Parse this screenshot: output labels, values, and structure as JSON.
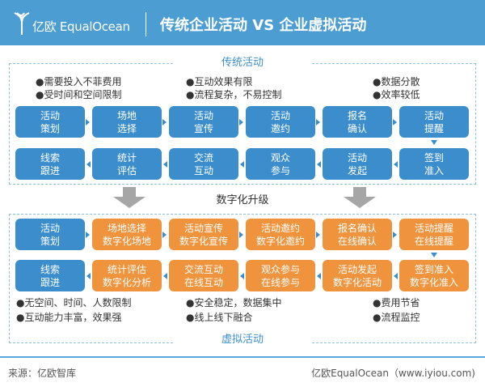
{
  "header": {
    "logo_text": "亿欧 EqualOcean",
    "title": "传统企业活动 VS 企业虚拟活动"
  },
  "traditional": {
    "label": "传统活动",
    "bullets": [
      "●需要投入不菲费用",
      "●受时间和空间限制",
      "●互动效果有限",
      "●流程复杂，不易控制",
      "●数据分散",
      "●效率较低"
    ],
    "row1": [
      [
        "活动",
        "策划"
      ],
      [
        "场地",
        "选择"
      ],
      [
        "活动",
        "宣传"
      ],
      [
        "活动",
        "邀约"
      ],
      [
        "报名",
        "确认"
      ],
      [
        "活动",
        "提醒"
      ]
    ],
    "row2": [
      [
        "线索",
        "跟进"
      ],
      [
        "统计",
        "评估"
      ],
      [
        "交流",
        "互动"
      ],
      [
        "观众",
        "参与"
      ],
      [
        "活动",
        "发起"
      ],
      [
        "签到",
        "准入"
      ]
    ]
  },
  "upgrade_label": "数字化升级",
  "virtual": {
    "label": "虚拟活动",
    "bullets": [
      "●无空间、时间、人数限制",
      "●互动能力丰富，效果强",
      "●安全稳定，数据集中",
      "●线上线下融合",
      "●费用节省",
      "●流程监控"
    ],
    "row1": [
      [
        "活动",
        "策划"
      ],
      [
        "场地选择",
        "数字化场地"
      ],
      [
        "活动宣传",
        "数字化宣传"
      ],
      [
        "活动邀约",
        "数字化邀约"
      ],
      [
        "报名确认",
        "在线确认"
      ],
      [
        "活动提醒",
        "在线提醒"
      ]
    ],
    "row2": [
      [
        "线索",
        "跟进"
      ],
      [
        "统计评估",
        "数字化分析"
      ],
      [
        "交流互动",
        "在线互动"
      ],
      [
        "观众参与",
        "在线参与"
      ],
      [
        "活动发起",
        "数字化活动"
      ],
      [
        "签到准入",
        "数字化准入"
      ]
    ]
  },
  "footer": {
    "source": "来源：亿欧智库",
    "credit": "亿欧EqualOcean（www.iyiou.com)"
  },
  "colors": {
    "header": "#4b9dd2",
    "blue": "#3b8dcb",
    "orange": "#ef933c"
  }
}
